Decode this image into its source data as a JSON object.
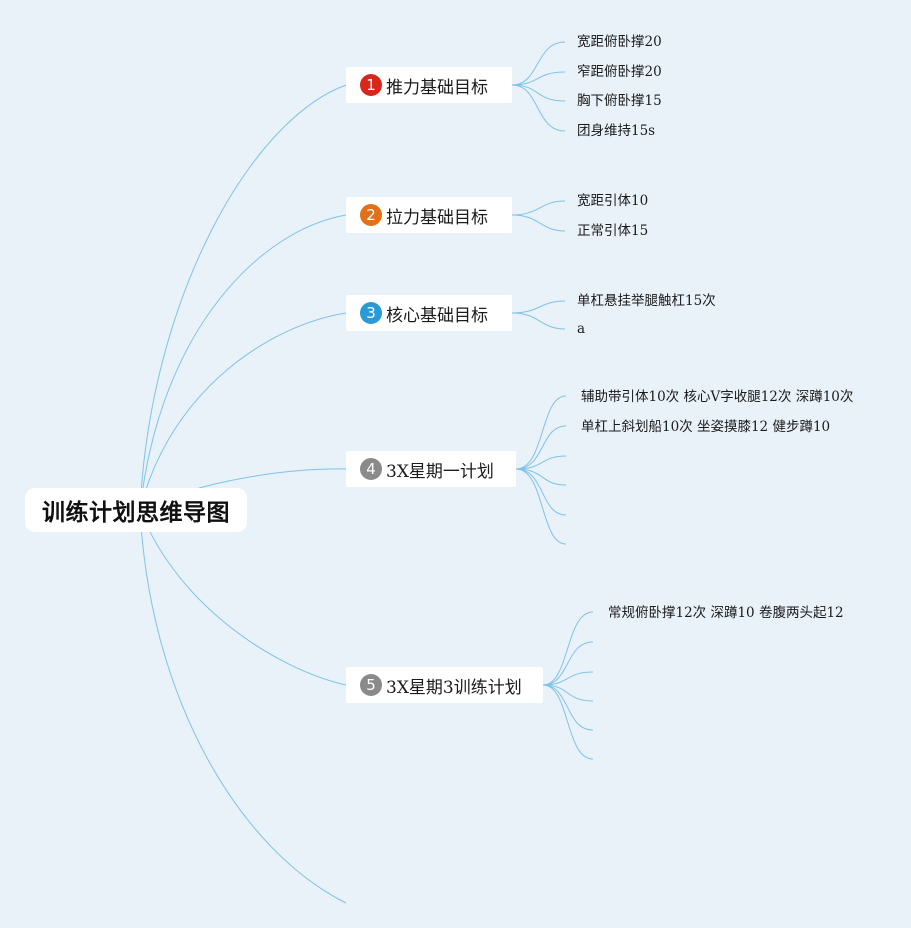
{
  "root": {
    "title": "训练计划思维导图"
  },
  "colors": {
    "connector": "#7fc3ea",
    "badge1": "#d7271a",
    "badge2": "#e0701a",
    "badge3": "#2a9ad6",
    "badge4": "#8a8a8a",
    "badge5": "#8a8a8a"
  },
  "branches": [
    {
      "number": "1",
      "label": "推力基础目标",
      "badge_color": "#d7271a",
      "children": [
        "宽距俯卧撑20",
        "窄距俯卧撑20",
        "胸下俯卧撑15",
        "团身维持15s"
      ]
    },
    {
      "number": "2",
      "label": "拉力基础目标",
      "badge_color": "#e0701a",
      "children": [
        "宽距引体10",
        "正常引体15"
      ]
    },
    {
      "number": "3",
      "label": "核心基础目标",
      "badge_color": "#2a9ad6",
      "children": [
        "单杠悬挂举腿触杠15次",
        "a"
      ]
    },
    {
      "number": "4",
      "label": "3X星期一计划",
      "badge_color": "#8a8a8a",
      "children": [
        "辅助带引体10次 核心V字收腿12次 深蹲10次",
        "单杠上斜划船10次 坐姿摸膝12 健步蹲10",
        "",
        "",
        "",
        ""
      ]
    },
    {
      "number": "5",
      "label": "3X星期3训练计划",
      "badge_color": "#8a8a8a",
      "children": [
        "常规俯卧撑12次 深蹲10 卷腹两头起12",
        "",
        "",
        "",
        "",
        ""
      ]
    }
  ]
}
